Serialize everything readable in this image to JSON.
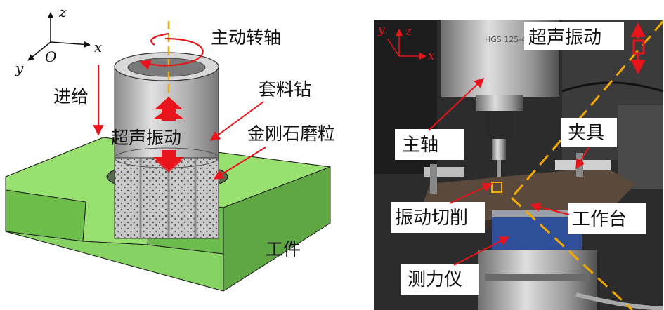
{
  "left_panel": {
    "axes": {
      "z": "z",
      "x": "x",
      "y": "y",
      "origin": "O"
    },
    "labels": {
      "spindle_axis": "主动转轴",
      "feed": "进给",
      "core_drill": "套料钻",
      "ultrasonic_vibration": "超声振动",
      "diamond_grit": "金刚石磨粒",
      "workpiece": "工件"
    }
  },
  "right_panel": {
    "axes": {
      "z": "z",
      "x": "x",
      "y": "y"
    },
    "labels": {
      "ultrasonic_vibration": "超声振动",
      "spindle": "主轴",
      "fixture": "夹具",
      "vibration_cutting": "振动切削",
      "worktable": "工作台",
      "dynamometer": "测力仪"
    },
    "spindle_text": "HGS 125-4"
  },
  "colors": {
    "arrow_red": "#e8141b",
    "workpiece_green": "#8fdc66",
    "tool_gray": "#bdbdbd",
    "guide_orange": "#f2a900"
  }
}
